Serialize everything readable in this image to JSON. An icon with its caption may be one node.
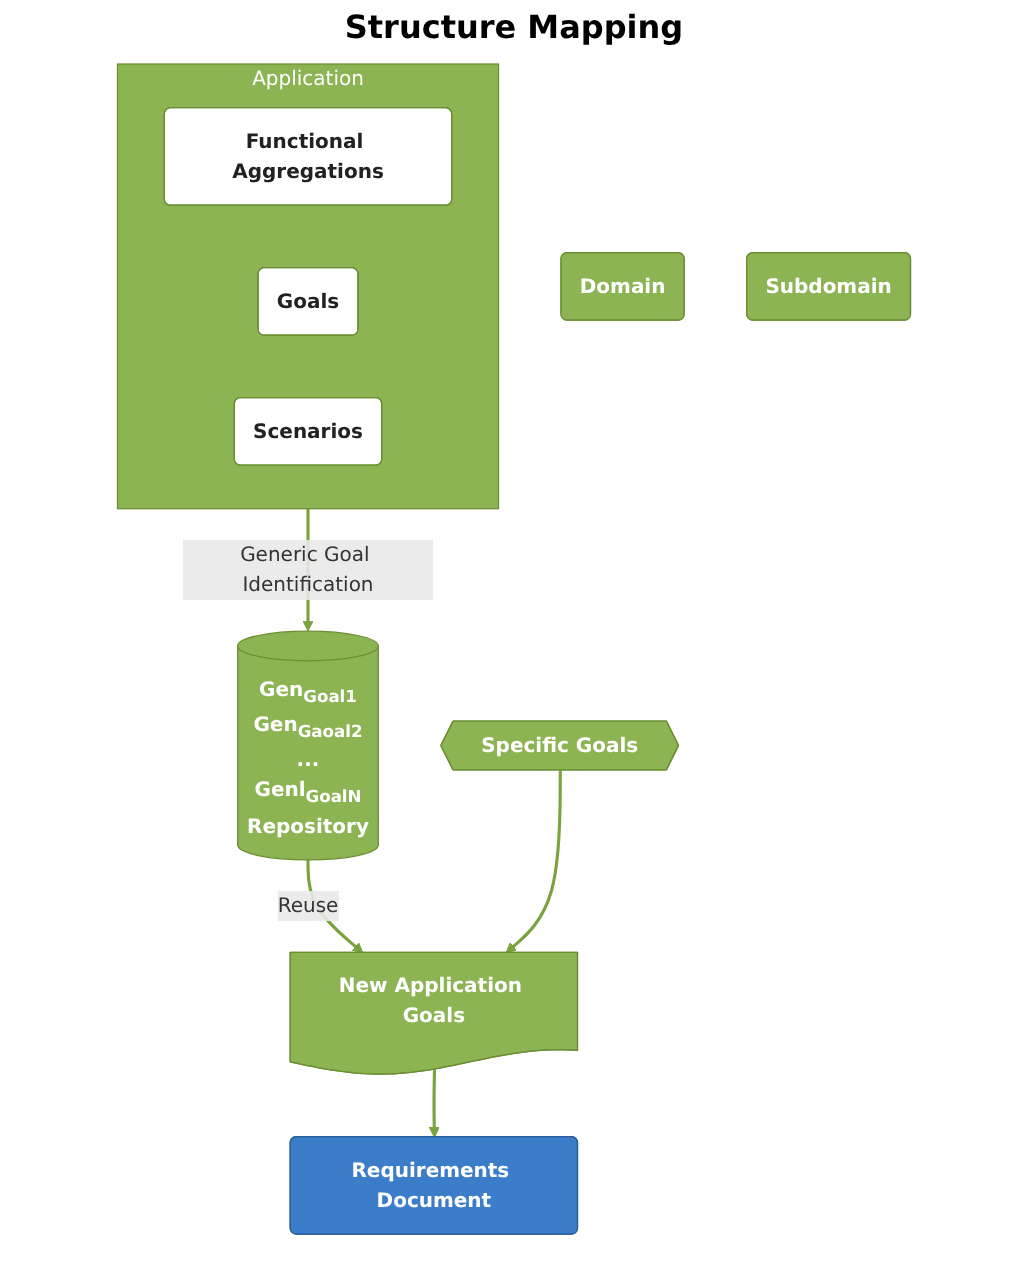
{
  "diagram": {
    "title": "Structure Mapping",
    "nodes": [
      {
        "text": [
          "Domain"
        ]
      },
      {
        "text": [
          "Subdomain"
        ]
      },
      {
        "text": [
          "Application"
        ]
      },
      {
        "text": [
          "Functional Aggregations"
        ],
        "in": 2
      },
      {
        "text": [
          "Goals"
        ],
        "in": 2
      },
      {
        "text": [
          "Scenarios"
        ],
        "in": 2
      },
      {
        "text": [
          "Gen$_{Goal1}$",
          "Gen$_{Gaoal2}$",
          "...",
          "Genl$_{GoalN}$",
          "Repository"
        ]
      },
      {
        "text": [
          "Specific Goals"
        ]
      },
      {
        "text": [
          "New Application Goals"
        ]
      },
      {
        "text": [
          "Requirements Document"
        ]
      }
    ],
    "edges": [
      {
        "from": 2,
        "to": 6,
        "arrow": "to",
        "label": "Generic Goal Identification"
      },
      {
        "from": 6,
        "to": 8,
        "arrow": "to",
        "label": "Reuse"
      },
      {
        "from": 7,
        "to": 8,
        "arrow": "to"
      },
      {
        "from": 8,
        "to": 9,
        "arrow": "to"
      }
    ]
  }
}
